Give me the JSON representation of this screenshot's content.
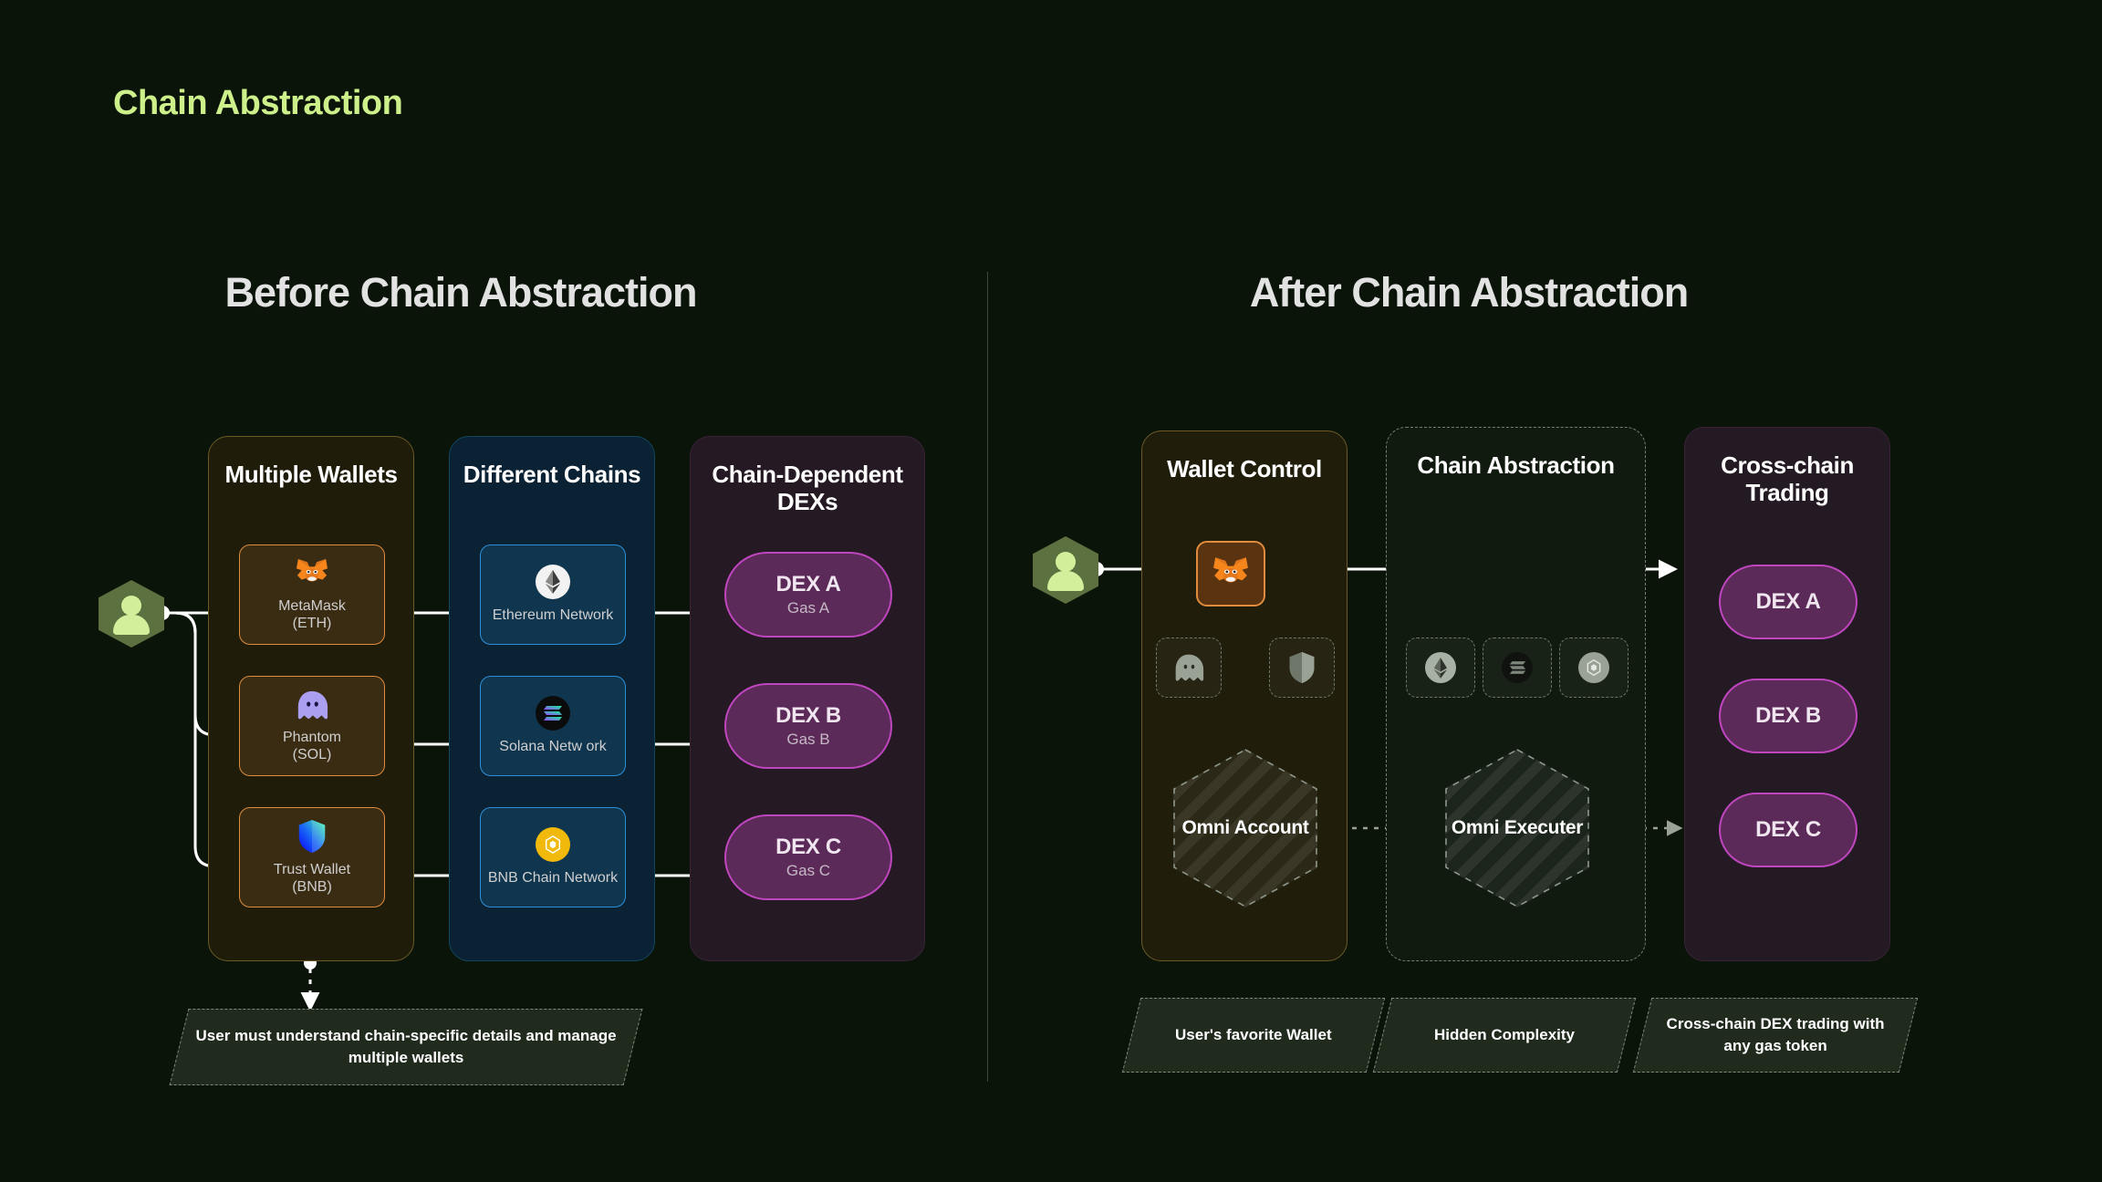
{
  "page": {
    "title": "Chain Abstraction",
    "accent_color": "#cdf08a",
    "background_color": "#0a1409"
  },
  "sections": {
    "before": {
      "heading": "Before Chain Abstraction"
    },
    "after": {
      "heading": "After Chain Abstraction"
    }
  },
  "before": {
    "panels": [
      {
        "title": "Multiple Wallets",
        "accent": "#e08b3e"
      },
      {
        "title": "Different Chains",
        "accent": "#2e8fd8"
      },
      {
        "title": "Chain-Dependent DEXs",
        "accent": "#c046c0"
      }
    ],
    "wallets": [
      {
        "name": "MetaMask",
        "chain": "(ETH)",
        "icon": "metamask-fox-icon"
      },
      {
        "name": "Phantom",
        "chain": "(SOL)",
        "icon": "phantom-ghost-icon"
      },
      {
        "name": "Trust Wallet",
        "chain": "(BNB)",
        "icon": "trust-wallet-shield-icon"
      }
    ],
    "chains": [
      {
        "name": "Ethereum Network",
        "icon": "ethereum-icon"
      },
      {
        "name": "Solana Netw ork",
        "icon": "solana-icon"
      },
      {
        "name": "BNB Chain Network",
        "icon": "bnb-icon"
      }
    ],
    "dexs": [
      {
        "name": "DEX A",
        "gas": "Gas A"
      },
      {
        "name": "DEX B",
        "gas": "Gas B"
      },
      {
        "name": "DEX C",
        "gas": "Gas C"
      }
    ],
    "note": "User must understand  chain-specific details and manage multiple wallets"
  },
  "after": {
    "panels": [
      {
        "title": "Wallet Control",
        "accent": "#e08b3e"
      },
      {
        "title": "Chain Abstraction",
        "accent": "#76806f"
      },
      {
        "title": "Cross-chain Trading",
        "accent": "#c046c0"
      }
    ],
    "active_wallet": {
      "icon": "metamask-fox-icon"
    },
    "muted_wallets": [
      {
        "icon": "phantom-ghost-icon"
      },
      {
        "icon": "trust-wallet-shield-icon"
      }
    ],
    "muted_chains": [
      {
        "icon": "ethereum-icon"
      },
      {
        "icon": "solana-icon"
      },
      {
        "icon": "bnb-icon"
      }
    ],
    "omni_account": "Omni Account",
    "omni_executer": "Omni Executer",
    "dexs": [
      {
        "name": "DEX A"
      },
      {
        "name": "DEX B"
      },
      {
        "name": "DEX C"
      }
    ],
    "notes": [
      "User's favorite Wallet",
      "Hidden Complexity",
      "Cross-chain DEX trading with any gas token"
    ]
  },
  "user": {
    "icon": "user-avatar-icon"
  }
}
